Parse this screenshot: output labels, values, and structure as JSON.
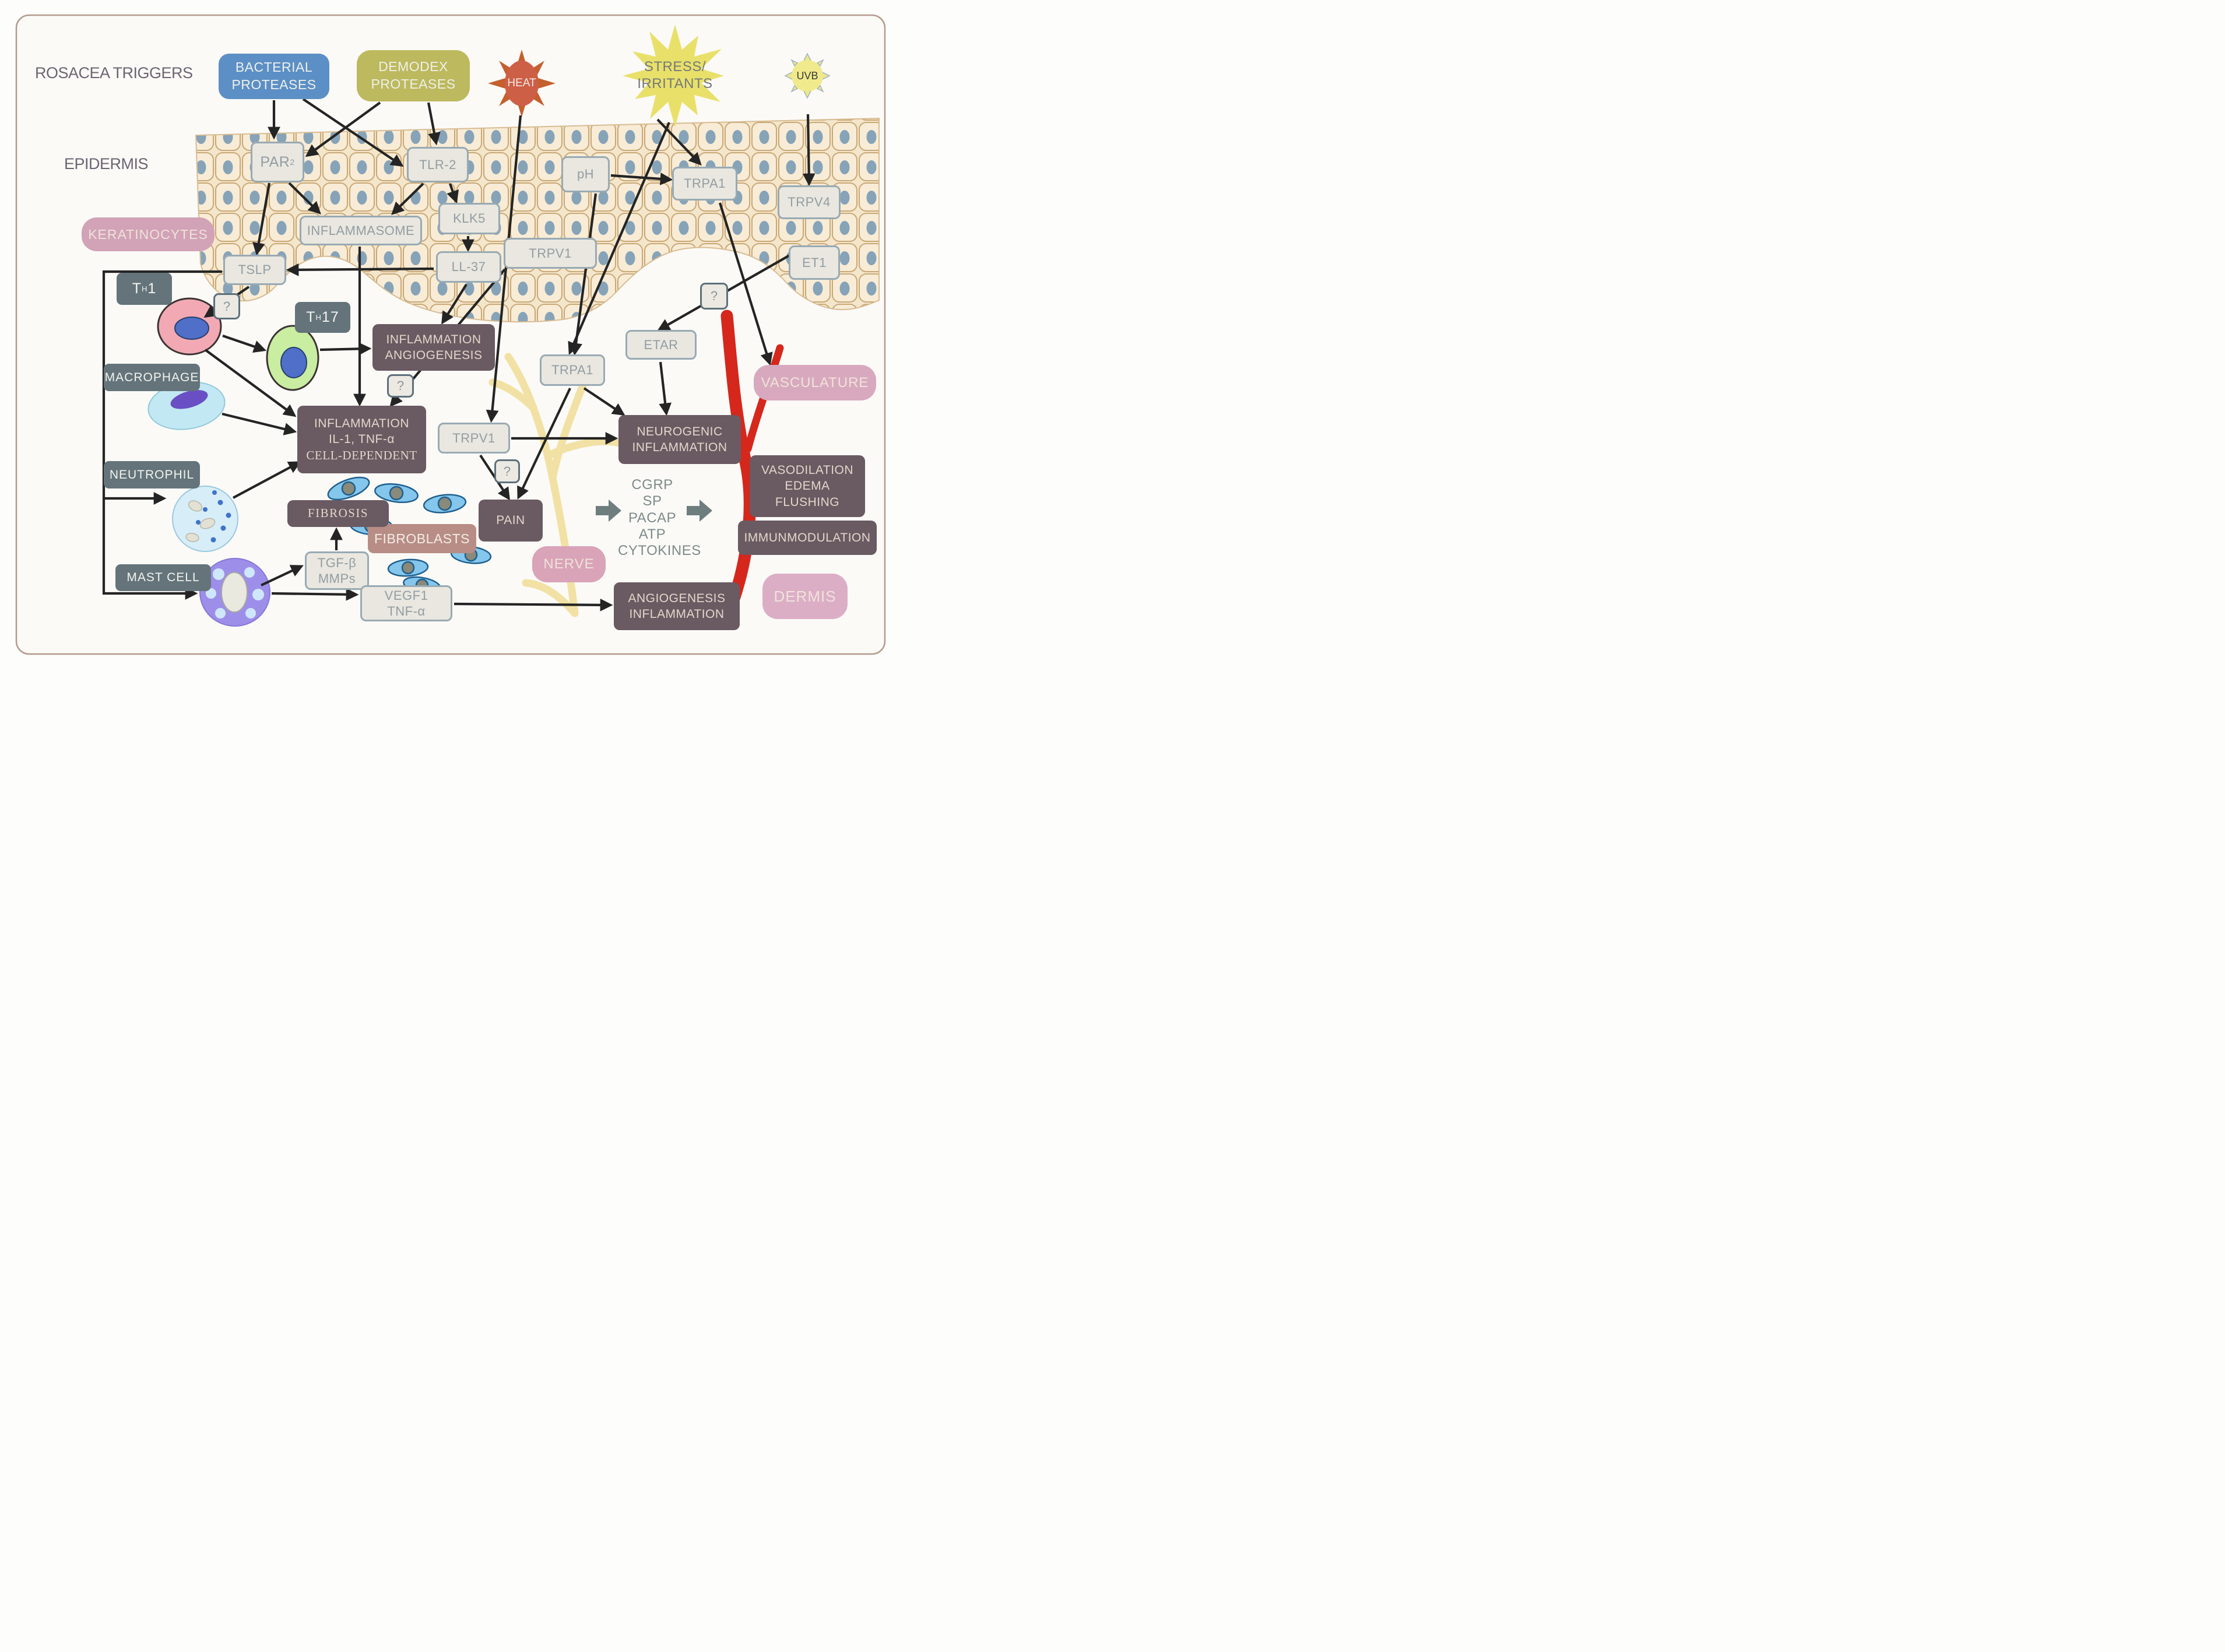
{
  "title": "ROSACEA TRIGGERS",
  "sections": {
    "epidermis": "EPIDERMIS"
  },
  "triggers": {
    "bacterial": [
      "BACTERIAL",
      "PROTEASES"
    ],
    "demodex": [
      "DEMODEX",
      "PROTEASES"
    ],
    "heat": "HEAT",
    "stress": [
      "STRESS/",
      "IRRITANTS"
    ],
    "uvb": "UVB"
  },
  "receptors": {
    "par2": {
      "main": "PAR",
      "sub": "2"
    },
    "tlr2": "TLR-2",
    "ph": "pH",
    "trpa1_epidermis": "TRPA1",
    "trpv4": "TRPV4",
    "inflammasome": "INFLAMMASOME",
    "klk5": "KLK5",
    "trpv1_epidermis": "TRPV1",
    "ll37": "LL-37",
    "tslp": "TSLP",
    "et1": "ET1",
    "etar": "ETAR",
    "trpa1_dermis": "TRPA1",
    "trpv1_dermis": "TRPV1"
  },
  "mediator_boxes": {
    "tgfb_mmps": [
      "TGF-β",
      "MMPs"
    ],
    "vegf1_tnfa": [
      "VEGF1",
      "TNF-α"
    ]
  },
  "cells": {
    "th1": {
      "t": "T",
      "sub": "H",
      "num": "1"
    },
    "th17": {
      "t": "T",
      "sub": "H",
      "num": "17"
    },
    "macrophage": "MACROPHAGE",
    "neutrophil": "NEUTROPHIL",
    "mast_cell": "MAST CELL",
    "fibroblasts": "FIBROBLASTS",
    "keratinocytes": "KERATINOCYTES"
  },
  "regions": {
    "vasculature": "VASCULATURE",
    "nerve": "NERVE",
    "dermis": "DERMIS"
  },
  "outcomes": {
    "inflammation_angiogenesis": [
      "INFLAMMATION",
      "ANGIOGENESIS"
    ],
    "cell_dependent": [
      "INFLAMMATION",
      "IL-1, TNF-α",
      "CELL-DEPENDENT"
    ],
    "fibrosis": "FIBROSIS",
    "pain": "PAIN",
    "neurogenic": [
      "NEUROGENIC",
      "INFLAMMATION"
    ],
    "vasodilation": [
      "VASODILATION",
      "EDEMA",
      "FLUSHING"
    ],
    "immunmodulation": "IMMUNMODULATION",
    "angiogenesis_inflammation": [
      "ANGIOGENESIS",
      "INFLAMMATION"
    ]
  },
  "mediators": [
    "CGRP",
    "SP",
    "PACAP",
    "ATP",
    "CYTOKINES"
  ],
  "ui": {
    "question_mark": "?"
  },
  "colors": {
    "trigger_blue": "#5c8fc5",
    "trigger_olive": "#bdb95e",
    "heat_red": "#cd5f47",
    "heat_ray_orange": "#c45f2e",
    "stress_yellow": "#e9e06a",
    "uvb_yellow": "#f0ea8d",
    "outcome_plum": "#6a5a62",
    "cell_slate": "#64747a",
    "region_pink": "#d2a2b7",
    "fibroblast_rose": "#b78d85",
    "vessel_red": "#d5271c",
    "nerve_yellow": "#f2e0a0",
    "receptor_gray": "#e9e7df",
    "frame_brown": "#b49a8e"
  }
}
